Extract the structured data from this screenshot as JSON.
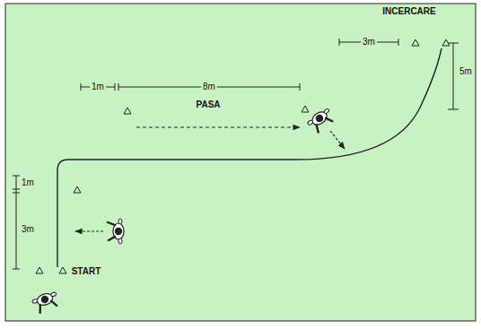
{
  "diagram": {
    "labels": [
      "INCERCARE",
      "3m",
      "5m",
      "1m",
      "8m",
      "PASA",
      "1m",
      "3m",
      "START"
    ]
  }
}
